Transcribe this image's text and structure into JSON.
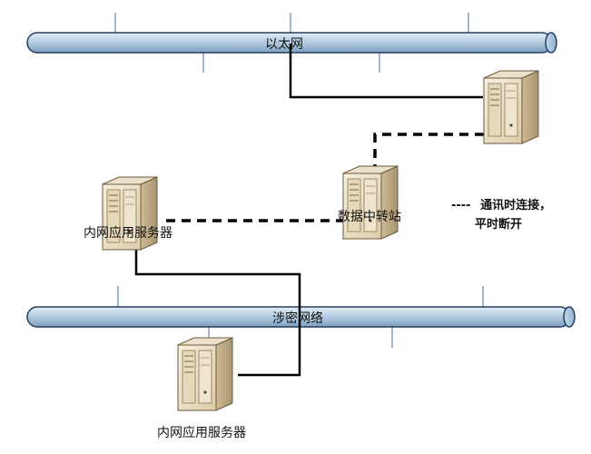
{
  "networks": {
    "ethernet": "以太网",
    "classified": "涉密网络"
  },
  "servers": {
    "inner_app_top": "内网应用服务器",
    "relay": "数据中转站",
    "inner_app_bottom": "内网应用服务器"
  },
  "legend": {
    "marker": "----",
    "line1": "通讯时连接，",
    "line2": "平时断开"
  },
  "colors": {
    "bus_fill": "#b8cfe4",
    "bus_stroke": "#243f60",
    "server_light": "#f1e8d4",
    "server_mid": "#d8c7a4",
    "server_dark": "#a89572"
  }
}
